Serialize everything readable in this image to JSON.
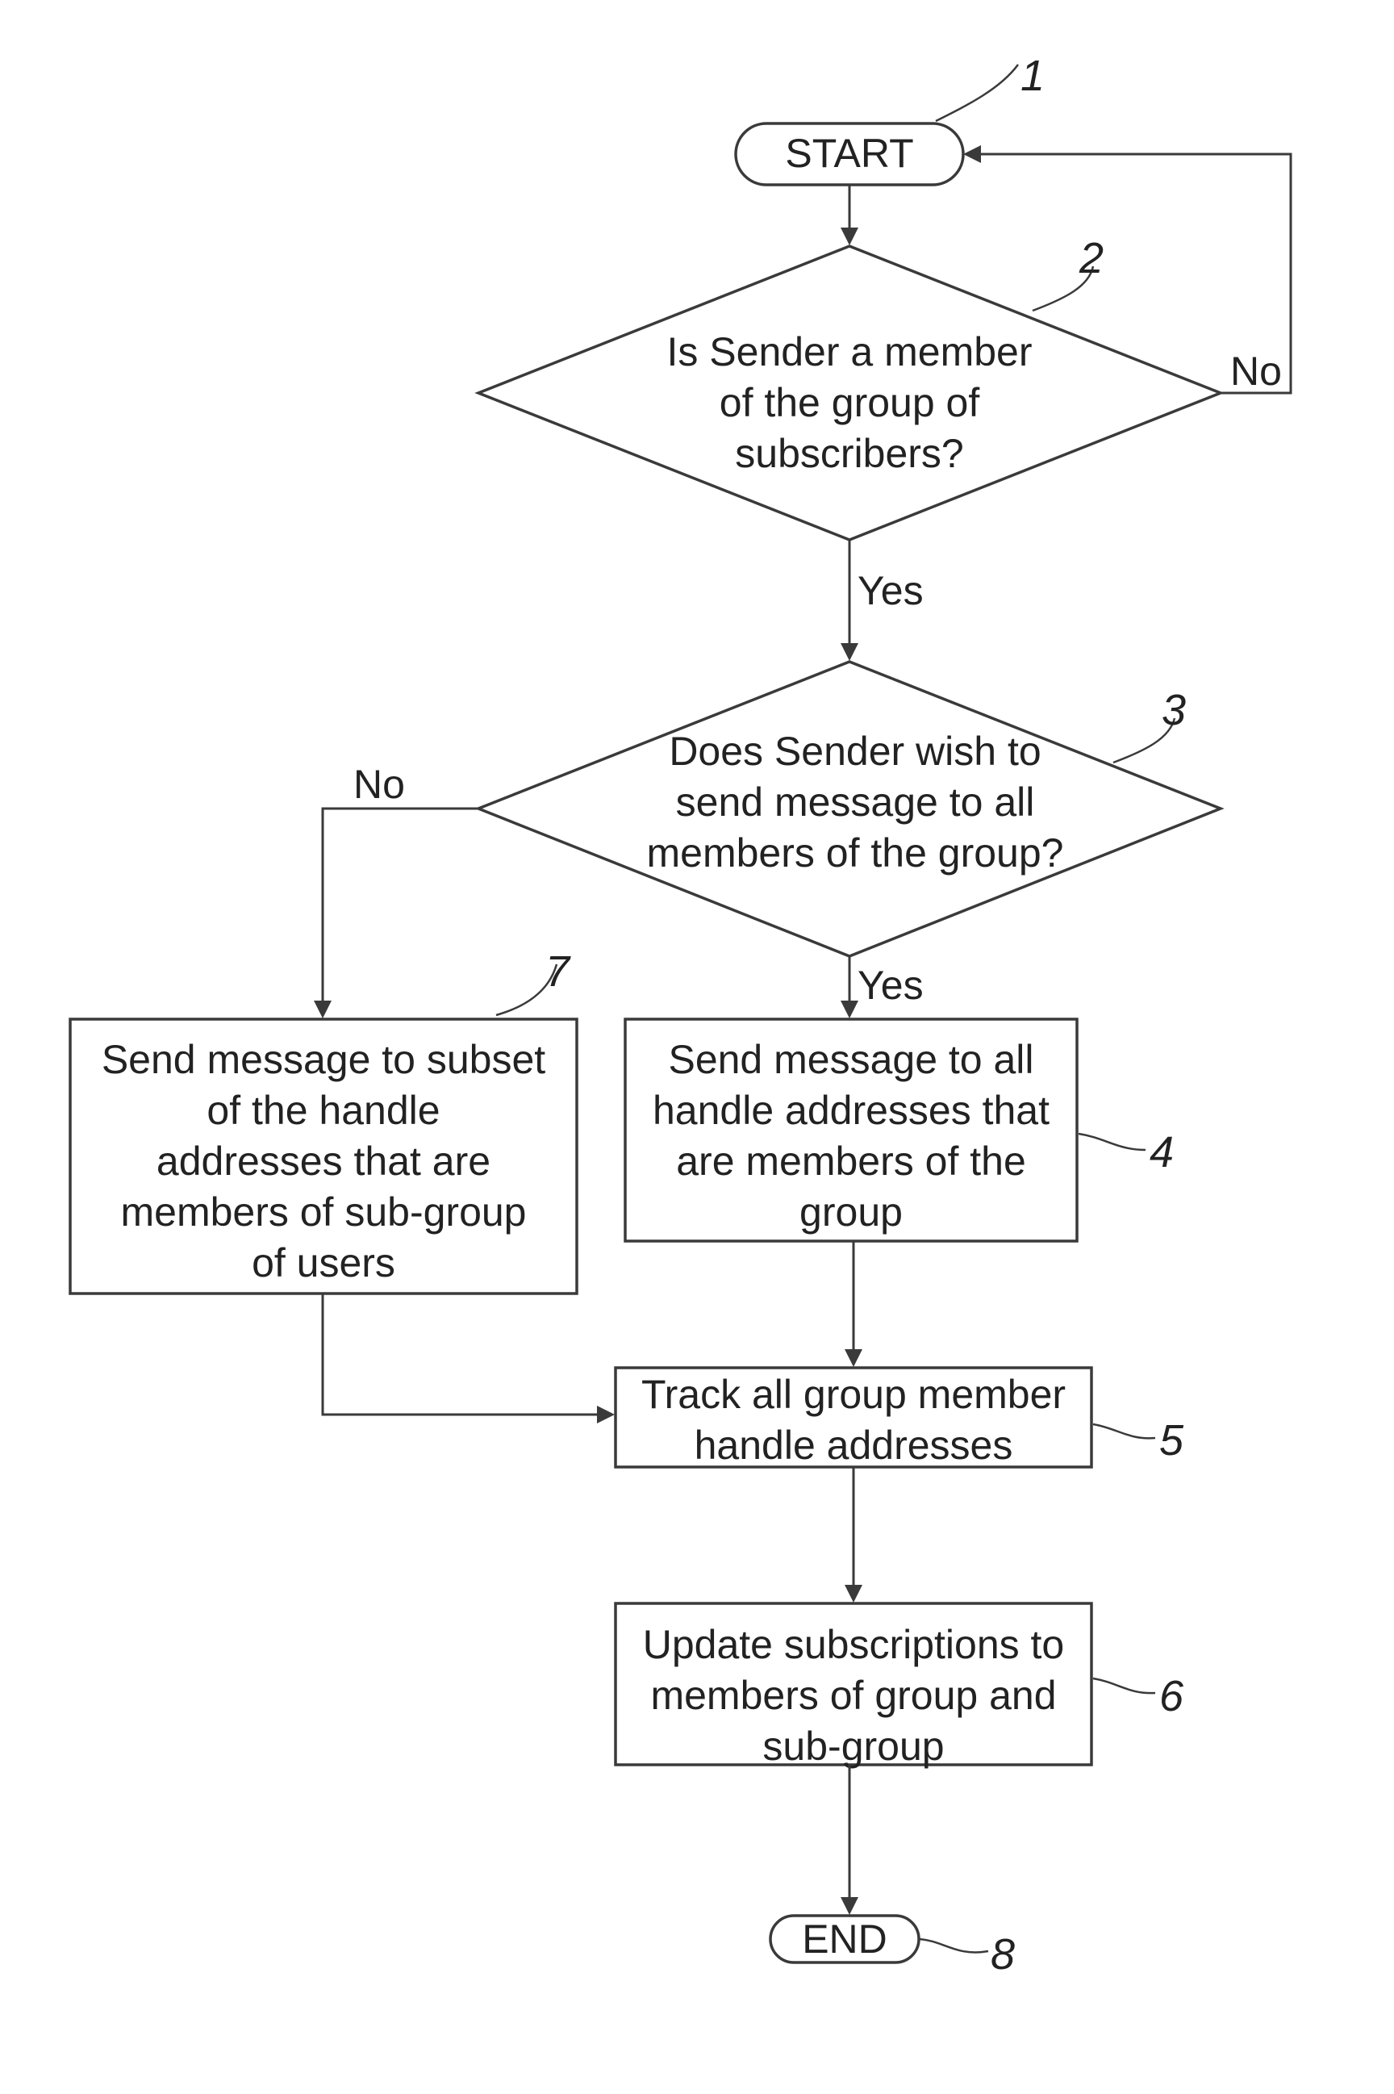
{
  "nodes": {
    "start": {
      "label": "START",
      "ref": "1"
    },
    "decision_member": {
      "lines": [
        "Is Sender a member",
        "of the group of",
        "subscribers?"
      ],
      "ref": "2"
    },
    "decision_all": {
      "lines": [
        "Does Sender wish to",
        "send message to all",
        "members of the group?"
      ],
      "ref": "3"
    },
    "send_all": {
      "lines": [
        "Send message to all",
        "handle addresses that",
        "are members of the",
        "group"
      ],
      "ref": "4"
    },
    "track": {
      "lines": [
        "Track all group member",
        "handle addresses"
      ],
      "ref": "5"
    },
    "update": {
      "lines": [
        "Update subscriptions to",
        "members of group and",
        "sub-group"
      ],
      "ref": "6"
    },
    "send_subset": {
      "lines": [
        "Send message to subset",
        "of the handle",
        "addresses that are",
        "members of sub-group",
        "of users"
      ],
      "ref": "7"
    },
    "end": {
      "label": "END",
      "ref": "8"
    }
  },
  "edge_labels": {
    "member_no": "No",
    "member_yes": "Yes",
    "all_no": "No",
    "all_yes": "Yes"
  }
}
